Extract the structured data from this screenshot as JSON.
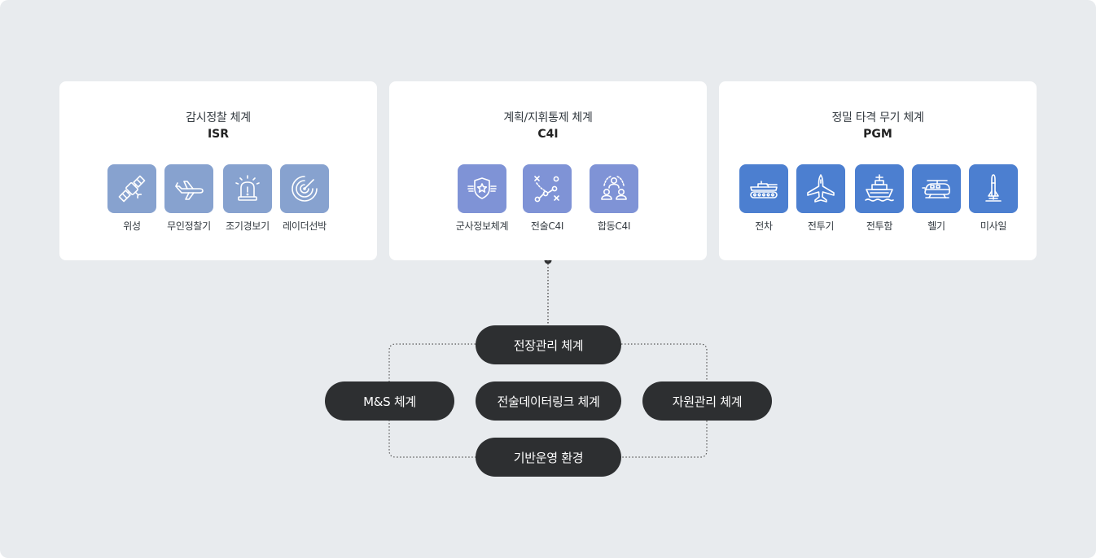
{
  "cards": {
    "isr": {
      "subtitle": "감시정찰 체계",
      "title": "ISR",
      "items": [
        {
          "label": "위성",
          "icon": "satellite-icon"
        },
        {
          "label": "무인정찰기",
          "icon": "drone-icon"
        },
        {
          "label": "조기경보기",
          "icon": "alarm-light-icon"
        },
        {
          "label": "레이더선박",
          "icon": "radar-icon"
        }
      ]
    },
    "c4i": {
      "subtitle": "계획/지휘통제 체계",
      "title": "C4I",
      "items": [
        {
          "label": "군사정보체계",
          "icon": "military-badge-icon"
        },
        {
          "label": "전술C4I",
          "icon": "tactics-icon"
        },
        {
          "label": "합동C4I",
          "icon": "joint-team-icon"
        }
      ]
    },
    "pgm": {
      "subtitle": "정밀 타격 무기 체계",
      "title": "PGM",
      "items": [
        {
          "label": "전차",
          "icon": "tank-icon"
        },
        {
          "label": "전투기",
          "icon": "fighter-jet-icon"
        },
        {
          "label": "전투함",
          "icon": "warship-icon"
        },
        {
          "label": "헬기",
          "icon": "helicopter-icon"
        },
        {
          "label": "미사일",
          "icon": "missile-icon"
        }
      ]
    }
  },
  "nodes": {
    "top": "전장관리 체계",
    "left": "M&S 체계",
    "center": "전술데이터링크 체계",
    "right": "자원관리 체계",
    "bottom": "기반운영 환경"
  },
  "colors": {
    "background": "#e8ebee",
    "card": "#ffffff",
    "isr_icon": "#87a2cf",
    "c4i_icon": "#7f93d6",
    "pgm_icon": "#4c7fd0",
    "node": "#2d2f31"
  }
}
